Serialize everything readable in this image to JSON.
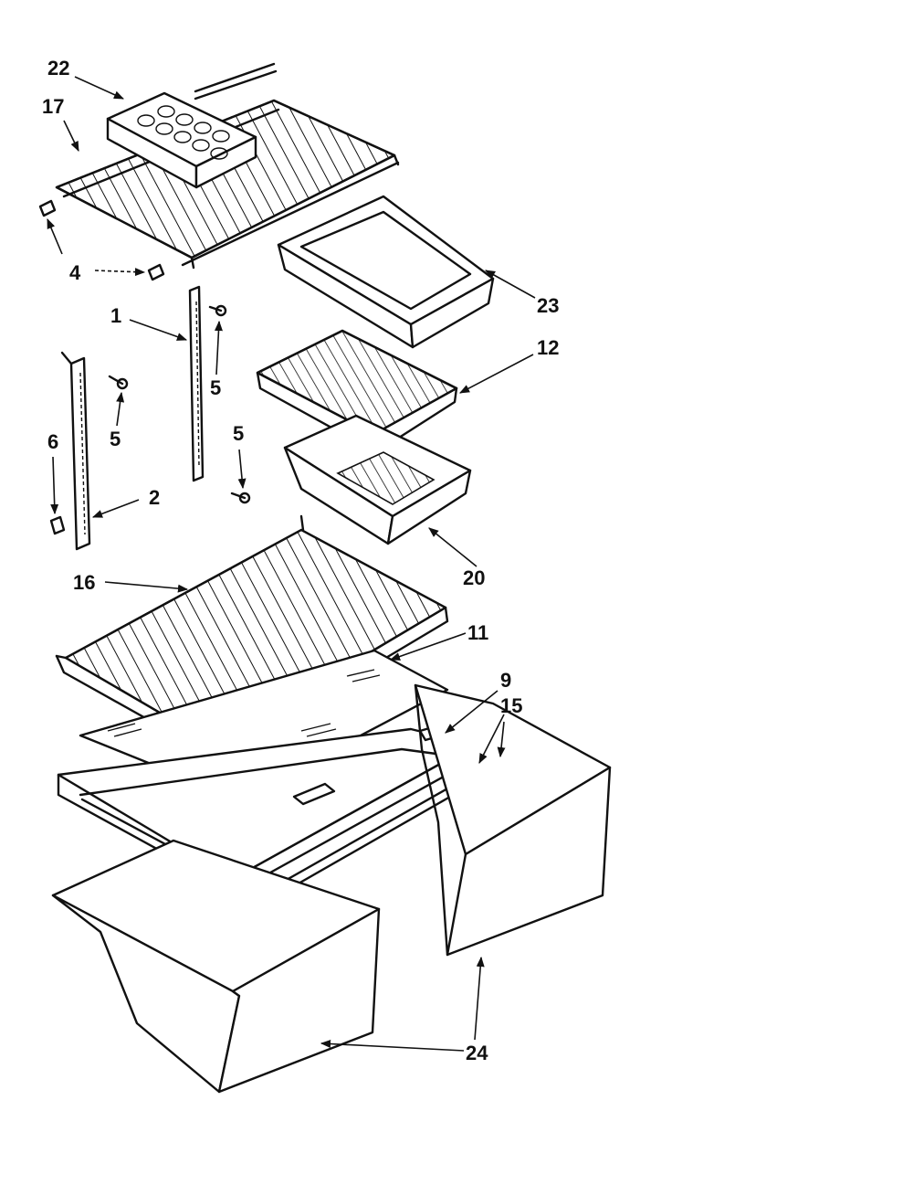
{
  "callouts": [
    {
      "id": "c22",
      "label": "22"
    },
    {
      "id": "c17",
      "label": "17"
    },
    {
      "id": "c4",
      "label": "4"
    },
    {
      "id": "c1",
      "label": "1"
    },
    {
      "id": "c5a",
      "label": "5"
    },
    {
      "id": "c5b",
      "label": "5"
    },
    {
      "id": "c5c",
      "label": "5"
    },
    {
      "id": "c6",
      "label": "6"
    },
    {
      "id": "c2",
      "label": "2"
    },
    {
      "id": "c23",
      "label": "23"
    },
    {
      "id": "c12",
      "label": "12"
    },
    {
      "id": "c20",
      "label": "20"
    },
    {
      "id": "c16",
      "label": "16"
    },
    {
      "id": "c11",
      "label": "11"
    },
    {
      "id": "c9",
      "label": "9"
    },
    {
      "id": "c15",
      "label": "15"
    },
    {
      "id": "c24",
      "label": "24"
    }
  ]
}
